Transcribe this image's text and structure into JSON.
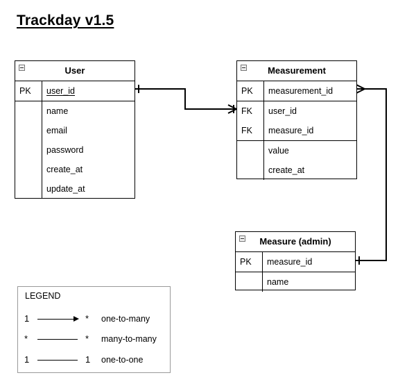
{
  "title": "Trackday v1.5",
  "entities": {
    "user": {
      "name": "User",
      "pk_rows": [
        {
          "key": "PK",
          "field": "user_id"
        }
      ],
      "rows": [
        {
          "key": "",
          "field": "name"
        },
        {
          "key": "",
          "field": "email"
        },
        {
          "key": "",
          "field": "password"
        },
        {
          "key": "",
          "field": "create_at"
        },
        {
          "key": "",
          "field": "update_at"
        }
      ]
    },
    "measurement": {
      "name": "Measurement",
      "pk_rows": [
        {
          "key": "PK",
          "field": "measurement_id"
        }
      ],
      "fk_rows": [
        {
          "key": "FK",
          "field": "user_id"
        },
        {
          "key": "FK",
          "field": "measure_id"
        }
      ],
      "rows": [
        {
          "key": "",
          "field": "value"
        },
        {
          "key": "",
          "field": "create_at"
        }
      ]
    },
    "measure": {
      "name": "Measure (admin)",
      "pk_rows": [
        {
          "key": "PK",
          "field": "measure_id"
        }
      ],
      "rows": [
        {
          "key": "",
          "field": "name"
        }
      ]
    }
  },
  "legend": {
    "title": "LEGEND",
    "items": [
      {
        "left": "1",
        "right": "*",
        "label": "one-to-many"
      },
      {
        "left": "*",
        "right": "*",
        "label": "many-to-many"
      },
      {
        "left": "1",
        "right": "1",
        "label": "one-to-one"
      }
    ]
  }
}
